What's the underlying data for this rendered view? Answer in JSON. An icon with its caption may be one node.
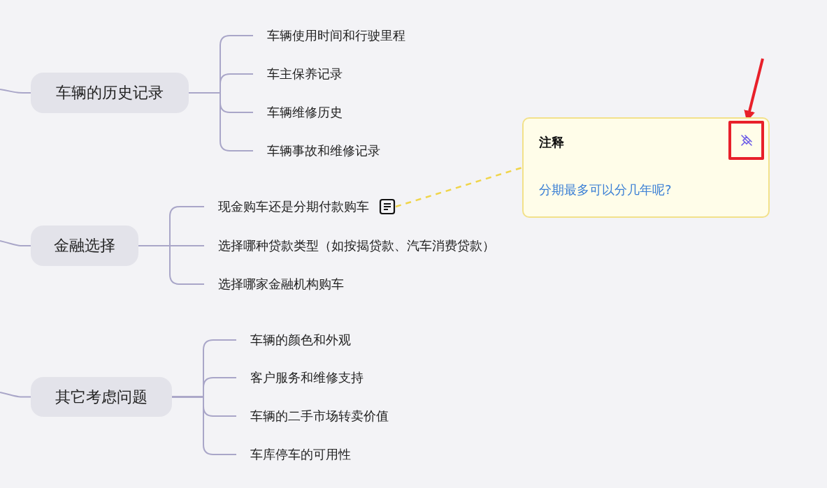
{
  "diagram": {
    "nodes": [
      {
        "text": [
          "车辆的历史记录"
        ]
      },
      {
        "text": [
          "车辆使用时间和行驶里程"
        ]
      },
      {
        "text": [
          "车主保养记录"
        ]
      },
      {
        "text": [
          "车辆维修历史"
        ]
      },
      {
        "text": [
          "车辆事故和维修记录"
        ]
      },
      {
        "text": [
          "金融选择"
        ]
      },
      {
        "text": [
          "现金购车还是分期付款购车"
        ]
      },
      {
        "text": [
          "选择哪种贷款类型（如按揭贷款、汽车消费贷款）"
        ]
      },
      {
        "text": [
          "选择哪家金融机构购车"
        ]
      },
      {
        "text": [
          "其它考虑问题"
        ]
      },
      {
        "text": [
          "车辆的颜色和外观"
        ]
      },
      {
        "text": [
          "客户服务和维修支持"
        ]
      },
      {
        "text": [
          "车辆的二手市场转卖价值"
        ]
      },
      {
        "text": [
          "车库停车的可用性"
        ]
      },
      {
        "text": [
          "注释",
          "分期最多可以分几年呢?"
        ]
      },
      {
        "text": [],
        "shape": "box",
        "in": 14
      }
    ],
    "edges": [
      {
        "from": null,
        "to": 0,
        "arrow": "none"
      },
      {
        "from": 0,
        "to": 1,
        "arrow": "none"
      },
      {
        "from": 0,
        "to": 2,
        "arrow": "none"
      },
      {
        "from": 0,
        "to": 3,
        "arrow": "none"
      },
      {
        "from": 0,
        "to": 4,
        "arrow": "none"
      },
      {
        "from": null,
        "to": 5,
        "arrow": "none"
      },
      {
        "from": 5,
        "to": 6,
        "arrow": "none"
      },
      {
        "from": 5,
        "to": 7,
        "arrow": "none"
      },
      {
        "from": 5,
        "to": 8,
        "arrow": "none"
      },
      {
        "from": null,
        "to": 9,
        "arrow": "none"
      },
      {
        "from": 9,
        "to": 10,
        "arrow": "none"
      },
      {
        "from": 9,
        "to": 11,
        "arrow": "none"
      },
      {
        "from": 9,
        "to": 12,
        "arrow": "none"
      },
      {
        "from": 9,
        "to": 13,
        "arrow": "none"
      },
      {
        "from": 6,
        "to": 14,
        "arrow": "none",
        "style": "dashed",
        "color": "#f0d54a"
      },
      {
        "from": null,
        "to": 15,
        "arrow": "to",
        "style": "thick",
        "color": "#e8202a"
      }
    ]
  }
}
